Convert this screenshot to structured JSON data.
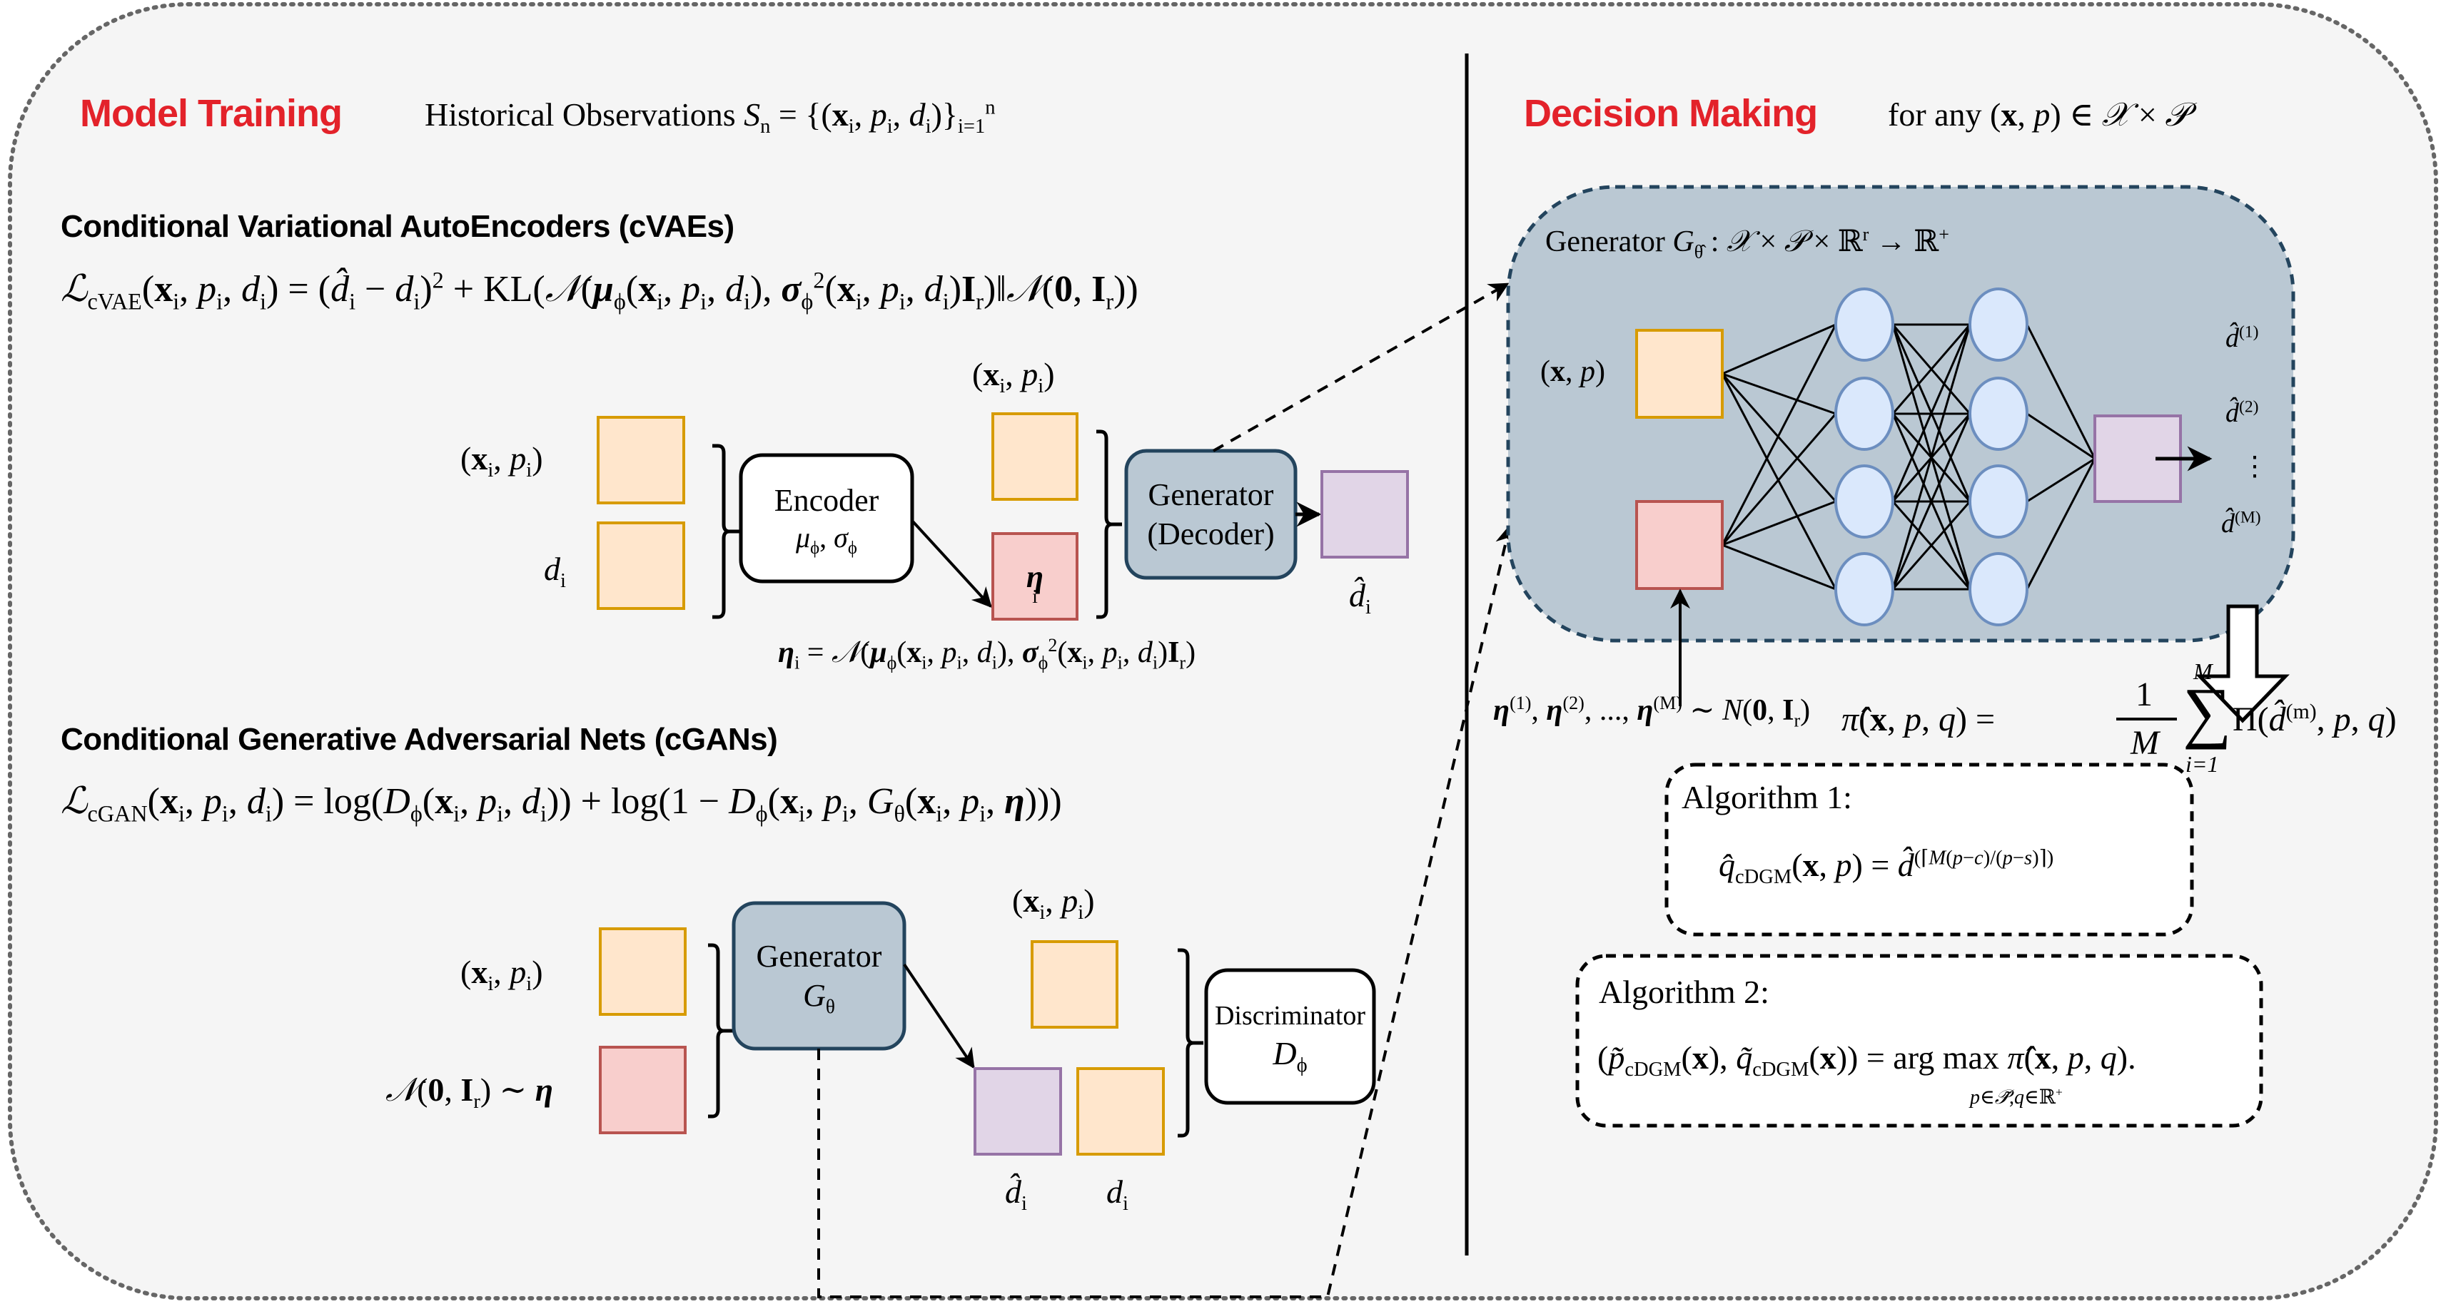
{
  "colors": {
    "background": "#f5f5f5",
    "outer_border": "#666666",
    "section_title": "#e3222a",
    "input_fill": "#ffe6cc",
    "input_stroke": "#d79b00",
    "noise_fill": "#f8cecc",
    "noise_stroke": "#b85450",
    "output_fill": "#e1d5e7",
    "output_stroke": "#9673a6",
    "generator_fill": "#bac8d3",
    "generator_stroke": "#23445d",
    "neuron_fill": "#dae8fc",
    "neuron_stroke": "#6c8ebf"
  },
  "training": {
    "title": "Model Training",
    "observations_label": "Historical Observations S",
    "observations_sub": "n",
    "observations_set": " = {(x, p, d)}",
    "observations_set_html": "= {(<b>x</b><sub>i</sub>, <i>p</i><sub>i</sub>, <i>d</i><sub>i</sub>)}<sub>i=1</sub><sup>n</sup>",
    "cvae": {
      "heading": "Conditional Variational AutoEncoders (cVAEs)",
      "loss_html": "<i>ℒ</i><sub>cVAE</sub>(<b>x</b><sub>i</sub>, <i>p</i><sub>i</sub>, <i>d</i><sub>i</sub>) = (<i>d̂</i><sub>i</sub> − <i>d</i><sub>i</sub>)<sup>2</sup> + KL(<i>𝒩</i>(<b><i>μ</i></b><sub>ϕ</sub>(<b>x</b><sub>i</sub>, <i>p</i><sub>i</sub>, <i>d</i><sub>i</sub>), <b><i>σ</i></b><sub>ϕ</sub><sup>2</sup>(<b>x</b><sub>i</sub>, <i>p</i><sub>i</sub>, <i>d</i><sub>i</sub>)<b>I</b><sub>r</sub>)‖<i>𝒩</i>(<b>0</b>, <b>I</b><sub>r</sub>))",
      "input_label_xp_html": "(<b>x</b><sub>i</sub>, <i>p</i><sub>i</sub>)",
      "input_label_d_html": "<i>d</i><sub>i</sub>",
      "encoder_label": "Encoder",
      "encoder_params_html": "<i>μ</i><sub>ϕ</sub>, <i>σ</i><sub>ϕ</sub>",
      "eta_html": "<b><i>η</i></b><sub>i</sub>",
      "decoder_input_label_html": "(<b>x</b><sub>i</sub>, <i>p</i><sub>i</sub>)",
      "generator_label": "Generator",
      "decoder_label": "(Decoder)",
      "output_label_html": "<i>d̂</i><sub>i</sub>",
      "eta_def_html": "<b><i>η</i></b><sub>i</sub> = <i>𝒩</i>(<b><i>μ</i></b><sub>ϕ</sub>(<b>x</b><sub>i</sub>, <i>p</i><sub>i</sub>, <i>d</i><sub>i</sub>), <b><i>σ</i></b><sub>ϕ</sub><sup>2</sup>(<b>x</b><sub>i</sub>, <i>p</i><sub>i</sub>, <i>d</i><sub>i</sub>)<b>I</b><sub>r</sub>)"
    },
    "cgan": {
      "heading": "Conditional Generative Adversarial Nets (cGANs)",
      "loss_html": "<i>ℒ</i><sub>cGAN</sub>(<b>x</b><sub>i</sub>, <i>p</i><sub>i</sub>, <i>d</i><sub>i</sub>) = log(<i>D</i><sub>ϕ</sub>(<b>x</b><sub>i</sub>, <i>p</i><sub>i</sub>, <i>d</i><sub>i</sub>)) + log(1 − <i>D</i><sub>ϕ</sub>(<b>x</b><sub>i</sub>, <i>p</i><sub>i</sub>, <i>G</i><sub>θ</sub>(<b>x</b><sub>i</sub>, <i>p</i><sub>i</sub>, <b><i>η</i></b>)))",
      "input_label_xp_html": "(<b>x</b><sub>i</sub>, <i>p</i><sub>i</sub>)",
      "noise_label_html": "<i>𝒩</i>(<b>0</b>, <b>I</b><sub>r</sub>) ∼ <b><i>η</i></b>",
      "generator_label": "Generator",
      "generator_symbol_html": "<i>G</i><sub>θ</sub>",
      "disc_input_label_html": "(<b>x</b><sub>i</sub>, <i>p</i><sub>i</sub>)",
      "fake_label_html": "<i>d̂</i><sub>i</sub>",
      "real_label_html": "<i>d</i><sub>i</sub>",
      "discriminator_label": "Discriminator",
      "discriminator_symbol_html": "<i>D</i><sub>ϕ</sub>"
    }
  },
  "decision": {
    "title": "Decision Making",
    "domain_html": "for any (<b>x</b>, <i>p</i>) ∈ <i>𝒳</i> × <i>𝒫</i>",
    "generator_signature_html": "Generator <i>G</i><sub>θ̂</sub> : <i>𝒳</i> × <i>𝒫</i> × ℝ<sup>r</sup> → ℝ<sup>+</sup>",
    "input_label_html": "(<b>x</b>, <i>p</i>)",
    "samples": [
      "<i>d̂</i><sup>(1)</sup>",
      "<i>d̂</i><sup>(2)</sup>",
      "⋮",
      "<i>d̂</i><sup>(M)</sup>"
    ],
    "noise_samples_html": "<b><i>η</i></b><sup>(1)</sup>, <b><i>η</i></b><sup>(2)</sup>, ..., <b><i>η</i></b><sup>(M)</sup> ∼ <i>N</i>(<b>0</b>, <b>I</b><sub>r</sub>)",
    "profit_lhs_html": "<i>π̂</i>(<b>x</b>, <i>p</i>, <i>q</i>) =",
    "profit_frac_num": "1",
    "profit_frac_den": "M",
    "profit_sum_upper": "M",
    "profit_sum_lower": "i=1",
    "profit_term_html": "Π(<i>d̂</i><sup>(m)</sup>, <i>p</i>, <i>q</i>)",
    "algorithm1": {
      "title": "Algorithm 1:",
      "formula_html": "<i>q̂</i><sub>cDGM</sub>(<b>x</b>, <i>p</i>) = <i>d̂</i><sup>(⌈<i>M</i>(<i>p</i>−<i>c</i>)/(<i>p</i>−<i>s</i>)⌉)</sup>"
    },
    "algorithm2": {
      "title": "Algorithm 2:",
      "formula_html": "(<i>p̃</i><sub>cDGM</sub>(<b>x</b>), <i>q̃</i><sub>cDGM</sub>(<b>x</b>)) = arg max <i>π̂</i>(<b>x</b>, <i>p</i>, <i>q</i>).",
      "argmax_subscript_html": "<i>p</i>∈<i>𝒫̃</i>,<i>q</i>∈ℝ<sup>+</sup>"
    }
  }
}
